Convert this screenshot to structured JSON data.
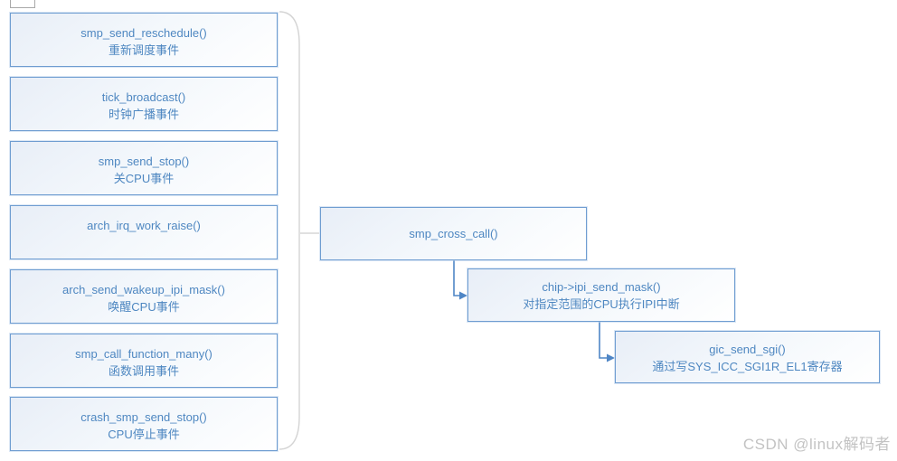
{
  "diagram": {
    "left_boxes": [
      {
        "code": "smp_send_reschedule()",
        "label": "重新调度事件"
      },
      {
        "code": "tick_broadcast()",
        "label": "时钟广播事件"
      },
      {
        "code": "smp_send_stop()",
        "label": "关CPU事件"
      },
      {
        "code": "arch_irq_work_raise()",
        "label": ""
      },
      {
        "code": "arch_send_wakeup_ipi_mask()",
        "label": "唤醒CPU事件"
      },
      {
        "code": "smp_call_function_many()",
        "label": "函数调用事件"
      },
      {
        "code": "crash_smp_send_stop()",
        "label": "CPU停止事件"
      }
    ],
    "cross_call_box": {
      "code": "smp_cross_call()"
    },
    "chip_box": {
      "code": "chip->ipi_send_mask()",
      "label": "对指定范围的CPU执行IPI中断"
    },
    "gic_box": {
      "code": "gic_send_sgi()",
      "label": "通过写SYS_ICC_SGI1R_EL1寄存器"
    }
  },
  "watermark": "CSDN @linux解码者",
  "colors": {
    "box_border": "#6f9dd1",
    "box_text": "#4e87c1",
    "connector_blue": "#4f86c6",
    "brace_gray": "#d4d4d4",
    "watermark_gray": "#c3c3c3"
  }
}
